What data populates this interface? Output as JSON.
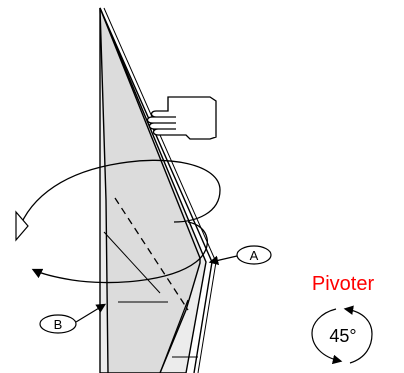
{
  "labels": {
    "callout_a": "A",
    "callout_b": "B",
    "action": "Pivoter",
    "rotation": "45°"
  },
  "colors": {
    "paper_fill": "#dcdcdc",
    "paper_back": "#ececec",
    "outline": "#000000",
    "action_text": "#ff0000"
  },
  "icons": {
    "hand": "hand-icon",
    "rotate": "rotate-45-icon"
  }
}
